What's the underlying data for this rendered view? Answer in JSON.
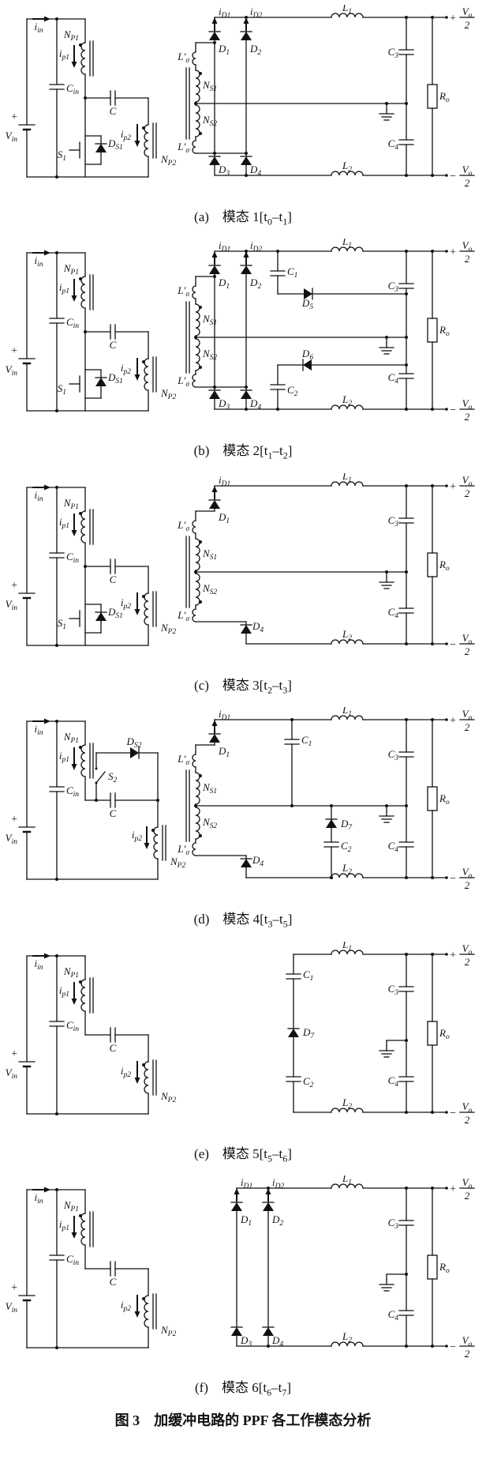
{
  "figure": {
    "title": "图 3　加缓冲电路的 PPF 各工作模态分析"
  },
  "panels": [
    {
      "caption": "(a)　模态 1[t_0_–t_1_]",
      "labels": {
        "iin": "i_in_",
        "np1": "N_P1_",
        "ip1": "i_p1_",
        "plus": "+",
        "vin": "V_in_",
        "cin": "C_in_",
        "c": "C",
        "s1": "S_1_",
        "ds1": "D_S1_",
        "ip2": "i_p2_",
        "np2": "N_P2_",
        "id1": "i_D1_",
        "id2": "i_D2_",
        "d1": "D_1_",
        "d2": "D_2_",
        "d3": "D_3_",
        "d4": "D_4_",
        "lsig1": "L′_σ_",
        "lsig2": "L′_σ_",
        "ns1": "N_S1_",
        "ns2": "N_S2_",
        "l1": "L_1_",
        "l2": "L_2_",
        "c3": "C_3_",
        "c4": "C_4_",
        "ro": "R_o_",
        "out_top_sign": "+",
        "out_bot_sign": "−",
        "vo": "V_o_",
        "two": "2"
      }
    },
    {
      "caption": "(b)　模态 2[t_1_–t_2_]",
      "labels": {
        "iin": "i_in_",
        "np1": "N_P1_",
        "ip1": "i_p1_",
        "plus": "+",
        "vin": "V_in_",
        "cin": "C_in_",
        "c": "C",
        "s1": "S_1_",
        "ds1": "D_S1_",
        "ip2": "i_p2_",
        "np2": "N_P2_",
        "id1": "i_D1_",
        "id2": "i_D2_",
        "d1": "D_1_",
        "d2": "D_2_",
        "d3": "D_3_",
        "d4": "D_4_",
        "d5": "D_5_",
        "d6": "D_6_",
        "c1": "C_1_",
        "c2": "C_2_",
        "lsig1": "L′_σ_",
        "lsig2": "L′_σ_",
        "ns1": "N_S1_",
        "ns2": "N_S2_",
        "l1": "L_1_",
        "l2": "L_2_",
        "c3": "C_3_",
        "c4": "C_4_",
        "ro": "R_o_",
        "out_top_sign": "+",
        "out_bot_sign": "−",
        "vo": "V_o_",
        "two": "2"
      }
    },
    {
      "caption": "(c)　模态 3[t_2_–t_3_]",
      "labels": {
        "iin": "i_in_",
        "np1": "N_P1_",
        "ip1": "i_p1_",
        "plus": "+",
        "vin": "V_in_",
        "cin": "C_in_",
        "c": "C",
        "s1": "S_1_",
        "ds1": "D_S1_",
        "ip2": "i_p2_",
        "np2": "N_P2_",
        "id1": "i_D1_",
        "d1": "D_1_",
        "d4": "D_4_",
        "lsig1": "L′_σ_",
        "lsig2": "L′_σ_",
        "ns1": "N_S1_",
        "ns2": "N_S2_",
        "l1": "L_1_",
        "l2": "L_2_",
        "c3": "C_3_",
        "c4": "C_4_",
        "ro": "R_o_",
        "out_top_sign": "+",
        "out_bot_sign": "−",
        "vo": "V_o_",
        "two": "2"
      }
    },
    {
      "caption": "(d)　模态 4[t_3_–t_5_]",
      "labels": {
        "iin": "i_in_",
        "np1": "N_P1_",
        "ip1": "i_p1_",
        "plus": "+",
        "vin": "V_in_",
        "cin": "C_in_",
        "c": "C",
        "s2": "S_2_",
        "ds2": "D_S2_",
        "ip2": "i_p2_",
        "np2": "N_P2_",
        "id1": "i_D1_",
        "d1": "D_1_",
        "d4": "D_4_",
        "d7": "D_7_",
        "c1": "C_1_",
        "c2": "C_2_",
        "lsig1": "L′_σ_",
        "lsig2": "L′_σ_",
        "ns1": "N_S1_",
        "ns2": "N_S2_",
        "l1": "L_1_",
        "l2": "L_2_",
        "c3": "C_3_",
        "c4": "C_4_",
        "ro": "R_o_",
        "out_top_sign": "+",
        "out_bot_sign": "−",
        "vo": "V_o_",
        "two": "2"
      }
    },
    {
      "caption": "(e)　模态 5[t_5_–t_6_]",
      "labels": {
        "iin": "i_in_",
        "np1": "N_P1_",
        "ip1": "i_p1_",
        "plus": "+",
        "vin": "V_in_",
        "cin": "C_in_",
        "c": "C",
        "ip2": "i_p2_",
        "np2": "N_P2_",
        "c1": "C_1_",
        "d7": "D_7_",
        "c2": "C_2_",
        "l1": "L_1_",
        "l2": "L_2_",
        "c3": "C_3_",
        "c4": "C_4_",
        "ro": "R_o_",
        "out_top_sign": "+",
        "out_bot_sign": "−",
        "vo": "V_o_",
        "two": "2"
      }
    },
    {
      "caption": "(f)　模态 6[t_6_–t_7_]",
      "labels": {
        "iin": "i_in_",
        "np1": "N_P1_",
        "ip1": "i_p1_",
        "plus": "+",
        "vin": "V_in_",
        "cin": "C_in_",
        "c": "C",
        "ip2": "i_p2_",
        "np2": "N_P2_",
        "id1": "i_D1_",
        "id2": "i_D2_",
        "d1": "D_1_",
        "d2": "D_2_",
        "d3": "D_3_",
        "d4": "D_4_",
        "l1": "L_1_",
        "l2": "L_2_",
        "c3": "C_3_",
        "c4": "C_4_",
        "ro": "R_o_",
        "out_top_sign": "+",
        "out_bot_sign": "−",
        "vo": "V_o_",
        "two": "2"
      }
    }
  ]
}
